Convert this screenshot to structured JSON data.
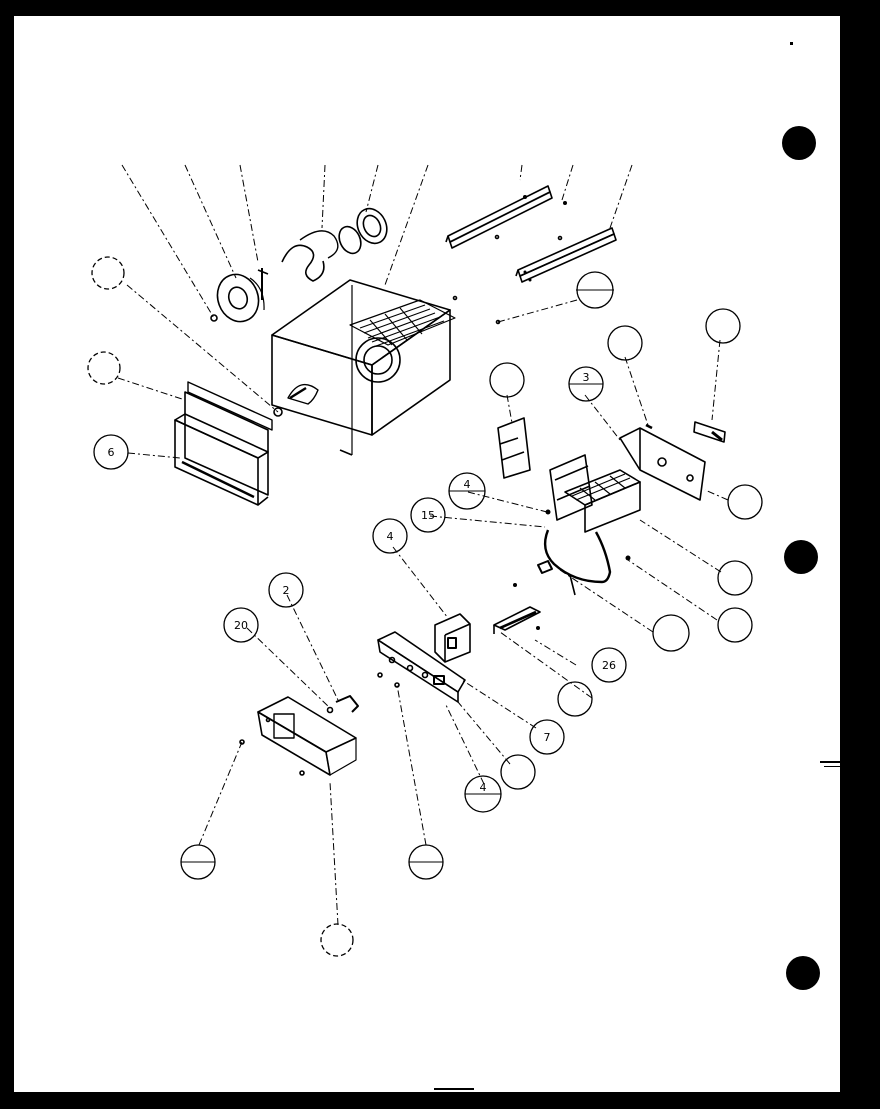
{
  "callouts": [
    {
      "id": "c1",
      "label": "",
      "ruled": false
    },
    {
      "id": "c2",
      "label": "",
      "ruled": false
    },
    {
      "id": "c3",
      "label": "6",
      "ruled": false
    },
    {
      "id": "c4",
      "label": "",
      "ruled": false
    },
    {
      "id": "c5",
      "label": "",
      "ruled": false
    },
    {
      "id": "c6",
      "label": "3",
      "ruled": true
    },
    {
      "id": "c7",
      "label": "",
      "ruled": false
    },
    {
      "id": "c8",
      "label": "",
      "ruled": false
    },
    {
      "id": "c9",
      "label": "",
      "ruled": false
    },
    {
      "id": "c10",
      "label": "4",
      "ruled": true
    },
    {
      "id": "c11",
      "label": "15",
      "ruled": false
    },
    {
      "id": "c12",
      "label": "",
      "ruled": false
    },
    {
      "id": "c13",
      "label": "4",
      "ruled": false
    },
    {
      "id": "c14",
      "label": "",
      "ruled": false
    },
    {
      "id": "c15",
      "label": "",
      "ruled": false
    },
    {
      "id": "c16",
      "label": "2",
      "ruled": false
    },
    {
      "id": "c17",
      "label": "20",
      "ruled": false
    },
    {
      "id": "c18",
      "label": "",
      "ruled": false
    },
    {
      "id": "c19",
      "label": "26",
      "ruled": false
    },
    {
      "id": "c20",
      "label": "",
      "ruled": false
    },
    {
      "id": "c21",
      "label": "7",
      "ruled": false
    },
    {
      "id": "c22",
      "label": "",
      "ruled": false
    },
    {
      "id": "c23",
      "label": "4",
      "ruled": true
    },
    {
      "id": "c24",
      "label": "",
      "ruled": true
    },
    {
      "id": "c25",
      "label": "",
      "ruled": true
    },
    {
      "id": "c26",
      "label": "",
      "ruled": false
    }
  ]
}
